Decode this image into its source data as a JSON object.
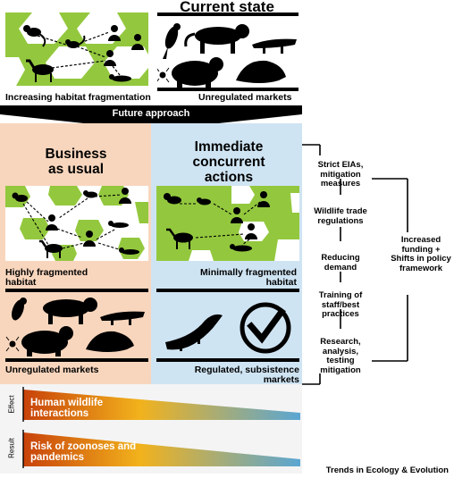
{
  "current_state": {
    "title": "Current state",
    "left_label": "Increasing habitat fragmentation",
    "right_label": "Unregulated markets"
  },
  "future_banner": "Future approach",
  "business_as_usual": {
    "header": "Business as usual",
    "habitat_label": "Highly fragmented habitat",
    "market_label": "Unregulated markets"
  },
  "immediate_actions": {
    "header": "Immediate concurrent actions",
    "habitat_label": "Minimally fragmented habitat",
    "market_label": "Regulated, subsistence markets"
  },
  "actions": [
    "Strict EIAs, mitigation measures",
    "Wildlife trade regulations",
    "Reducing demand",
    "Training of staff/best practices",
    "Research, analysis, testing mitigation"
  ],
  "outcome": "Increased funding + Shifts in policy framework",
  "effect": {
    "side_label": "Effect",
    "text": "Human wildlife interactions"
  },
  "result": {
    "side_label": "Result",
    "text": "Risk of zoonoses and pandemics"
  },
  "footer": "Trends in Ecology & Evolution",
  "colors": {
    "habitat_green": "#93c83e",
    "bau_bg": "#f8d6bd",
    "ica_bg": "#cfe4f3",
    "banner": "#000000",
    "gradient_start": "#c8420a",
    "gradient_mid": "#f2b21c",
    "gradient_end": "#5aa6d3"
  }
}
